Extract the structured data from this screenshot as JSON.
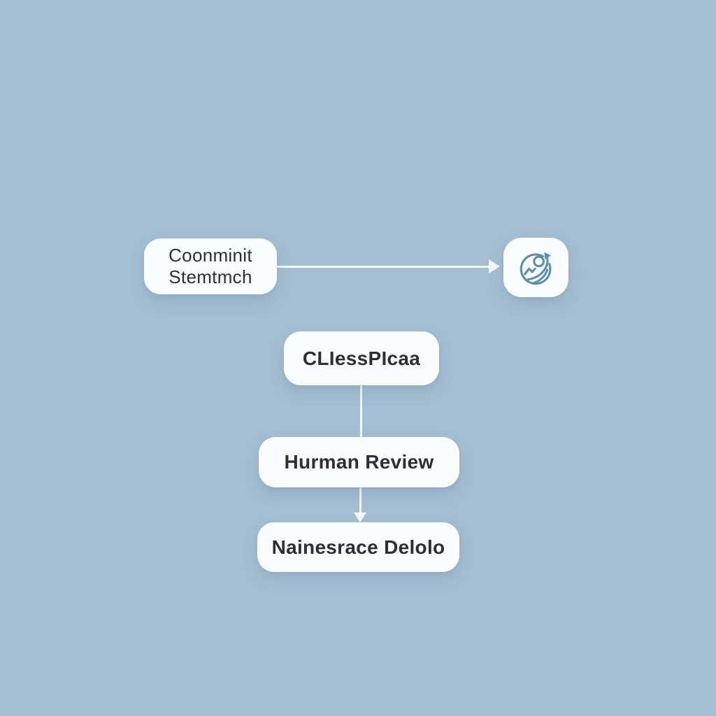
{
  "page": {
    "background_color": "#a4bed3",
    "node_fill": "#fbfcfd",
    "text_color": "#2d2f31",
    "connector_color": "#f4f8fb",
    "icon_stroke_color": "#5790ab"
  },
  "diagram": {
    "node1": {
      "line1": "Coonminit",
      "line2": "Stemtmch"
    },
    "icon_node": {
      "icon": "person-progress-cycle-icon"
    },
    "node2": {
      "label": "CLIessPIcaa"
    },
    "node3": {
      "label": "Hurman Review"
    },
    "node4": {
      "label": "Nainesrace Delolo"
    },
    "edges": [
      {
        "from": "node1",
        "to": "icon_node",
        "direction": "right",
        "arrowhead": true
      },
      {
        "from": "node2",
        "to": "node3",
        "direction": "down",
        "arrowhead": false
      },
      {
        "from": "node3",
        "to": "node4",
        "direction": "down",
        "arrowhead": true
      }
    ]
  }
}
